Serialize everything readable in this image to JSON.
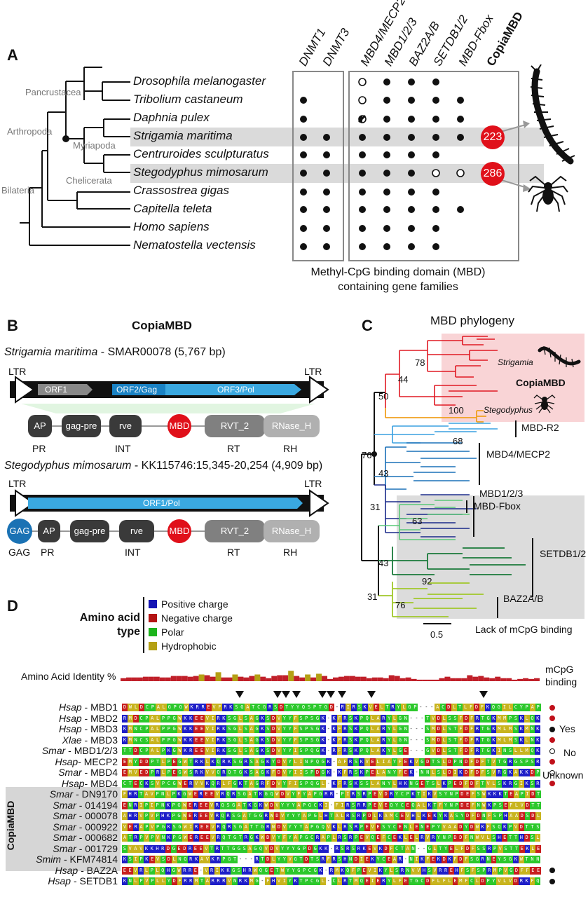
{
  "panelA": {
    "label": "A",
    "clades": [
      "Pancrustacea",
      "Arthropoda",
      "Myriapoda",
      "Chelicerata",
      "Bilateria"
    ],
    "species": [
      "Drosophila melanogaster",
      "Tribolium castaneum",
      "Daphnia pulex",
      "Strigamia maritima",
      "Centruroides sculpturatus",
      "Stegodyphus mimosarum",
      "Crassostrea gigas",
      "Capitella teleta",
      "Homo sapiens",
      "Nematostella vectensis"
    ],
    "columns": [
      "DNMT1",
      "DNMT3",
      "MBD4/MECP2",
      "MBD1/2/3",
      "BAZ2A/B",
      "SETDB1/2",
      "MBD-Fbox",
      "CopiaMBD"
    ],
    "counts": {
      "strigamia": "223",
      "stegodyphus": "286"
    },
    "caption1": "Methyl-CpG binding domain (MBD)",
    "caption2": "containing gene families"
  },
  "panelB": {
    "label": "B",
    "title": "CopiaMBD",
    "s1": {
      "species": "Strigamia maritima",
      "desc": " - SMAR00078 (5,767 bp)",
      "ltr": "LTR",
      "orfs": [
        "ORF1",
        "ORF2/Gag",
        "ORF3/Pol"
      ]
    },
    "domains": [
      "AP",
      "gag-pre",
      "rve",
      "MBD",
      "RVT_2",
      "RNase_H"
    ],
    "groups": [
      "PR",
      "INT",
      "RT",
      "RH"
    ],
    "s2": {
      "species": "Stegodyphus mimosarum",
      "desc": " - KK115746:15,345-20,254 (4,909 bp)",
      "ltr": "LTR",
      "orf": "ORF1/Pol",
      "gag": "GAG"
    }
  },
  "panelC": {
    "label": "C",
    "title": "MBD phylogeny",
    "bootstraps": [
      "78",
      "44",
      "50",
      "100",
      "76",
      "68",
      "43",
      "31",
      "63",
      "43",
      "92",
      "31",
      "76"
    ],
    "tips": [
      "Strigamia",
      "Stegodyphus"
    ],
    "copia": "CopiaMBD",
    "clades": [
      "MBD-R2",
      "MBD4/MECP2",
      "MBD1/2/3",
      "MBD-Fbox",
      "SETDB1/2",
      "BAZ2A/B"
    ],
    "scale": "0.5",
    "note": "Lack of mCpG binding"
  },
  "panelD": {
    "label": "D",
    "legend_title": "Amino acid type",
    "legend": [
      {
        "label": "Positive charge",
        "color": "#1414b4"
      },
      {
        "label": "Negative charge",
        "color": "#b41414"
      },
      {
        "label": "Polar",
        "color": "#1cb41c"
      },
      {
        "label": "Hydrophobic",
        "color": "#b4a014"
      }
    ],
    "identity_label": "Amino Acid Identity %",
    "mcpg_label": "mCpG binding",
    "mcpg_keys": [
      "Yes",
      "No",
      "Unknown"
    ],
    "group_label": "CopiaMBD",
    "rows": [
      {
        "sp": "Hsap",
        "name": " - MBD1",
        "seq": "DWLDCPALGPGWKRREVFRKSGATCGRSDTYYQSPTGD-RIRSKVELTRYLGP---ACDLTLFDFKQGILCYPAP",
        "mark": "red"
      },
      {
        "sp": "Hsap",
        "name": " - MBD2",
        "seq": "RMDCPALPPGWKKEEVIRKSGLSAGKSDVYYFSPSGK-KFRSKPQLARYLGN---TVDLSSFDFRTGKMMPSKLQK",
        "mark": "red"
      },
      {
        "sp": "Hsap",
        "name": " - MBD3",
        "seq": "KMNCPALPPGWKKEEVIRKSGLSAGKSDVYYFSPSGK-KFRSKPQLARYLGN---SMDLSTFDFRTGKMLMSKMNK",
        "mark": "black"
      },
      {
        "sp": "Xlae",
        "name": " - MBD3",
        "seq": "KMNCSALPPGWKKEEVIRKSGLSAGKSDVYYFSPSGK-KFRSKPQLARYLGN---SMDLSTFDFRTGKMLMSKLNK",
        "mark": "red"
      },
      {
        "sp": "Smar",
        "name": " - MBD1/2/3",
        "seq": "TTDCPALPKGWKREEVIRKSGLSAGKSDVYYISPQGK-RFRSKPQLAKYLGE---GVDLSTFDFRTGKINSLLMQK",
        "mark": "open"
      },
      {
        "sp": "Hsap",
        "name": "- MECP2",
        "seq": "EMYDDPTLPEGWTRKLKQRKSGRSAGKYDVYLINPQGK-AFRSKVELIAYFEKVGDTSLDPNDFDFTVTGRGSPSR",
        "mark": "red"
      },
      {
        "sp": "Smar",
        "name": " - MBD4",
        "seq": "EMVEDPRLPEGWSRKVVQRQTGKSAGKFDVYIISPDGK-KFRSKPELANYFEK-NNLSLDIKDFDFSVRGKAKKDP",
        "mark": "open"
      },
      {
        "sp": "Hsap",
        "name": "- MBD4",
        "seq": "CTECKSVPCGWERVVKQRLFGKTAGRFDVYFISPQGL-KFRSKSSLANYLHKNGETSLKPEDFDFTVLSKRGIKSR",
        "mark": "red"
      },
      {
        "sp": "Smar",
        "name": " - DN9170",
        "seq": "FHRTAVPNLPKGWEREEVRQRSGATKGQWDVYFYAPGRR-PIRSRPEVDRYCPKTIKVSYNPDEFSWKKKTEAPIDT",
        "mark": ""
      },
      {
        "sp": "Smar",
        "name": " - 014194",
        "seq": "ENRIPIPNKPGWEREEVRQSGATKGKWDVYYYAPGCKI-FIRSRRPEVEQYCEQALKTFYNPDEFNWKPSEFLVDTT",
        "mark": ""
      },
      {
        "sp": "Smar",
        "name": " - 000078",
        "seq": "AHRVPVPHKPGWEREEVRQRSGATGGRWDVYYYAPGLHTALRSRPDLKAMCEVHLKEKYKASYDFDNFSPHAADSDL",
        "mark": ""
      },
      {
        "sp": "Smar",
        "name": " - 000922",
        "seq": "VERAPVPGKSGWIREEVRQRSGATTGRWDVYYYAPGQVKLRSRPEVESYCENLENEPYVAADYDWKFSQKPVDTTS",
        "mark": ""
      },
      {
        "sp": "Smar",
        "name": " - 000682",
        "seq": "ATRPVPVNKPGWEREEVRQTGTRGKWDVYFYAPGCRAPLRSRPEVQEFCEKLELRVRYNPDDFNWVLSHETTHDSL",
        "mark": ""
      },
      {
        "sp": "Smar",
        "name": " - 001729",
        "seq": "SVAVKKHRDGEDREEVTRTTGGSAGQVDVYYYGPDGKK-RSRSRKEVKDFCTAN--GLTYELFDFSSRPVSTTEKLE",
        "mark": ""
      },
      {
        "sp": "Smim",
        "name": " - KFM74814",
        "seq": "KSIPKEVSDLNQRKAVKRPGT---RTDLYYVGTDTSRFRSHNDIEKYCEAR-NIKFEKDKFDFSGRNEYSGKWTNN",
        "mark": ""
      },
      {
        "sp": "Hsap",
        "name": " - BAZ2A",
        "seq": "EEVRLPLQHGWRRE-VRIKKGSHRWQGETWYYGPCGK-RMKQFPEVIKYLSRNVVHSVRREHFSFSPRMPVGDFFEE",
        "mark": "black"
      },
      {
        "sp": "Hsap",
        "name": " - SETDB1",
        "seq": "KNLPVPLLYDFRRMTARRRVNRKMG-FHVIYKTPCGL-CLRTMQEIERYLFETGCDFLFLEMFCLDPYVLVDRKFQ",
        "mark": "black"
      }
    ]
  }
}
